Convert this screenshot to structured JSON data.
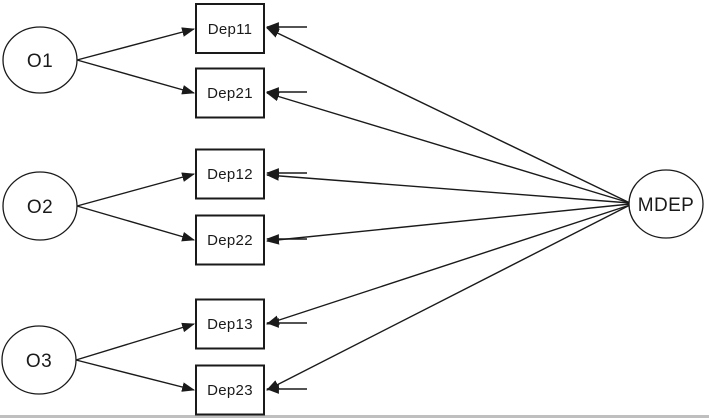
{
  "figure": {
    "background_color": "#ffffff",
    "line_color": "#1a1a1a",
    "node_fill_color": "#ffffff",
    "bottom_border_color": "#bfbfbf",
    "latent_variables": [
      {
        "label": "O1",
        "shape": "ellipse"
      },
      {
        "label": "O2",
        "shape": "ellipse"
      },
      {
        "label": "O3",
        "shape": "ellipse"
      },
      {
        "label": "MDEP",
        "shape": "ellipse"
      }
    ],
    "observed_variables": [
      {
        "label": "Dep11",
        "shape": "rect"
      },
      {
        "label": "Dep21",
        "shape": "rect"
      },
      {
        "label": "Dep12",
        "shape": "rect"
      },
      {
        "label": "Dep22",
        "shape": "rect"
      },
      {
        "label": "Dep13",
        "shape": "rect"
      },
      {
        "label": "Dep23",
        "shape": "rect"
      }
    ],
    "edges": [
      {
        "from": "O1",
        "to": "Dep11",
        "type": "loading-arrow"
      },
      {
        "from": "O1",
        "to": "Dep21",
        "type": "loading-arrow"
      },
      {
        "from": "O2",
        "to": "Dep12",
        "type": "loading-arrow"
      },
      {
        "from": "O2",
        "to": "Dep22",
        "type": "loading-arrow"
      },
      {
        "from": "O3",
        "to": "Dep13",
        "type": "loading-arrow"
      },
      {
        "from": "O3",
        "to": "Dep23",
        "type": "loading-arrow"
      },
      {
        "from": "MDEP",
        "to": "Dep11",
        "type": "loading-arrow"
      },
      {
        "from": "MDEP",
        "to": "Dep21",
        "type": "loading-arrow"
      },
      {
        "from": "MDEP",
        "to": "Dep12",
        "type": "loading-arrow"
      },
      {
        "from": "MDEP",
        "to": "Dep22",
        "type": "loading-arrow"
      },
      {
        "from": "MDEP",
        "to": "Dep13",
        "type": "loading-arrow"
      },
      {
        "from": "MDEP",
        "to": "Dep23",
        "type": "loading-arrow"
      },
      {
        "to": "Dep11",
        "type": "residual-arrow"
      },
      {
        "to": "Dep21",
        "type": "residual-arrow"
      },
      {
        "to": "Dep12",
        "type": "residual-arrow"
      },
      {
        "to": "Dep22",
        "type": "residual-arrow"
      },
      {
        "to": "Dep13",
        "type": "residual-arrow"
      },
      {
        "to": "Dep23",
        "type": "residual-arrow"
      }
    ]
  }
}
